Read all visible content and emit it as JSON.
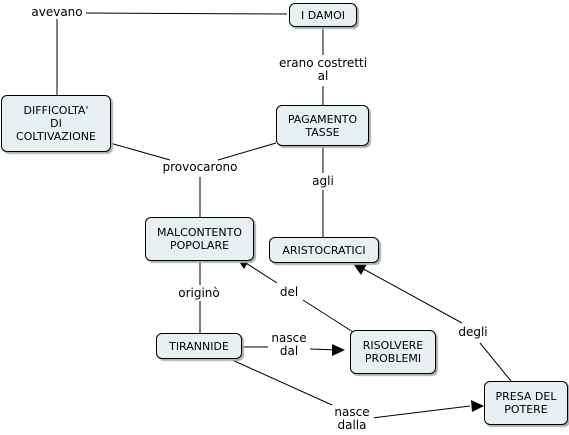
{
  "concepts": {
    "i_damoi": "I DAMOI",
    "difficolta": "DIFFICOLTA'\nDI\nCOLTIVAZIONE",
    "pagamento_tasse": "PAGAMENTO\nTASSE",
    "malcontento": "MALCONTENTO\nPOPOLARE",
    "aristocratici": "ARISTOCRATICI",
    "tirannide": "TIRANNIDE",
    "risolvere": "RISOLVERE\nPROBLEMI",
    "presa_potere": "PRESA DEL\nPOTERE"
  },
  "links": {
    "avevano": "avevano",
    "erano_costretti": "erano costretti\nal",
    "provocarono": "provocarono",
    "agli": "agli",
    "origino": "originò",
    "del": "del",
    "nasce_dal": "nasce\ndal",
    "degli": "degli",
    "nasce_dalla": "nasce\ndalla"
  },
  "colors": {
    "node_fill": "#e8f0f2",
    "line": "#000000"
  }
}
